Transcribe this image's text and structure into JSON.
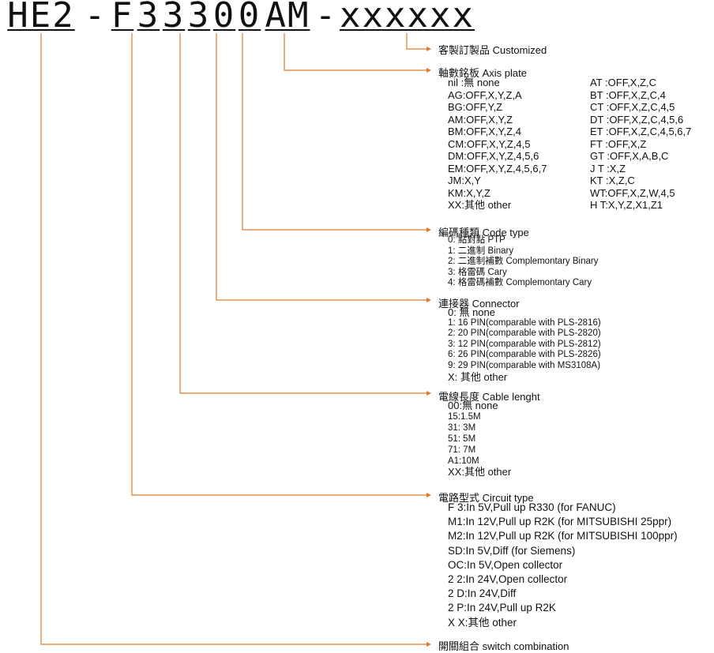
{
  "model_code": {
    "segments": [
      "HE2",
      "-",
      "F",
      "3",
      "3",
      "3",
      "0",
      "0",
      "AM",
      "-",
      "xxxxxx"
    ]
  },
  "customized": {
    "label": "客製訂製品 Customized"
  },
  "axis_plate": {
    "title": "軸數銘板 Axis plate",
    "left": [
      "nil :無 none",
      "AG:OFF,X,Y,Z,A",
      "BG:OFF,Y,Z",
      "AM:OFF,X,Y,Z",
      "BM:OFF,X,Y,Z,4",
      "CM:OFF,X,Y,Z,4,5",
      "DM:OFF,X,Y,Z,4,5,6",
      "EM:OFF,X,Y,Z,4,5,6,7",
      "JM:X,Y",
      "KM:X,Y,Z",
      "XX:其他 other"
    ],
    "right": [
      "AT :OFF,X,Z,C",
      "BT :OFF,X,Z,C,4",
      "CT :OFF,X,Z,C,4,5",
      "DT :OFF,X,Z,C,4,5,6",
      "ET :OFF,X,Z,C,4,5,6,7",
      "FT :OFF,X,Z",
      "GT :OFF,X,A,B,C",
      "J T :X,Z",
      "KT :X,Z,C",
      "WT:OFF,X,Z,W,4,5",
      "H T:X,Y,Z,X1,Z1"
    ]
  },
  "code_type": {
    "title": "編碼種類 Code type",
    "items": [
      "0: 點對點 PTP",
      "1: 二進制 Binary",
      "2: 二進制補數 Complemontary Binary",
      "3: 格雷碼 Cary",
      "4: 格雷碼補數 Complemontary Cary"
    ]
  },
  "connector": {
    "title": "連接器 Connector",
    "items": [
      "0: 無 none",
      "1: 16 PIN(comparable with PLS-2816)",
      "2: 20 PIN(comparable with PLS-2820)",
      "3: 12 PIN(comparable with PLS-2812)",
      "6: 26 PIN(comparable with PLS-2826)",
      "9: 29 PIN(comparable with MS3108A)",
      "X: 其他 other"
    ]
  },
  "cable_length": {
    "title": "電線長度 Cable lenght",
    "items": [
      "00:無 none",
      "15:1.5M",
      "31: 3M",
      "51: 5M",
      "71: 7M",
      "A1:10M",
      "XX:其他 other"
    ]
  },
  "circuit_type": {
    "title": "電路型式 Circuit type",
    "items": [
      "F 3:In 5V,Pull up R330 (for FANUC)",
      "M1:In 12V,Pull up R2K (for MITSUBISHI 25ppr)",
      "M2:In 12V,Pull up R2K (for MITSUBISHI 100ppr)",
      "SD:In 5V,Diff (for Siemens)",
      "OC:In 5V,Open collector",
      "2 2:In 24V,Open collector",
      "2 D:In 24V,Diff",
      "2 P:In 24V,Pull up R2K",
      "X X:其他 other"
    ]
  },
  "switch_combination": {
    "label": "開關組合 switch combination"
  },
  "colors": {
    "leader_line": "#e07a2a",
    "text": "#111111",
    "background": "#ffffff"
  }
}
